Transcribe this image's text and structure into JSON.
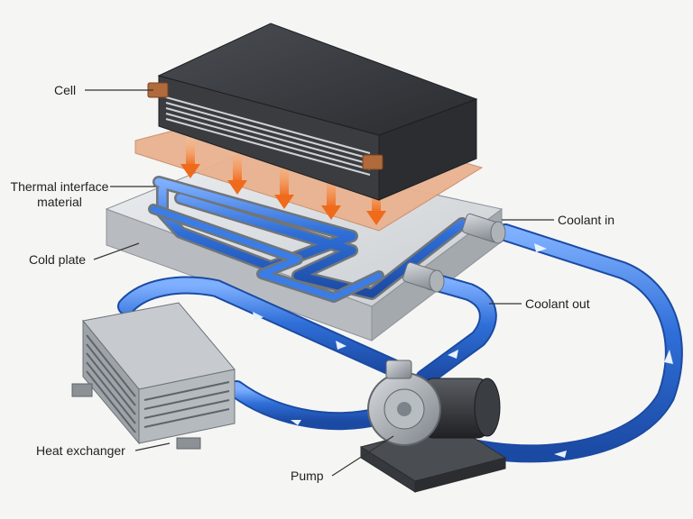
{
  "labels": {
    "cell": "Cell",
    "thermal_interface_line1": "Thermal interface",
    "thermal_interface_line2": "material",
    "cold_plate": "Cold plate",
    "coolant_in": "Coolant in",
    "coolant_out": "Coolant out",
    "heat_exchanger": "Heat exchanger",
    "pump": "Pump"
  },
  "colors": {
    "background": "#f5f5f4",
    "cell_body": "#2f3135",
    "cell_terminal": "#b06a3b",
    "thermal_pad": "#e9b28f",
    "cold_plate": "#d6d9dc",
    "coolant_pipe": "#2f6fd8",
    "heat_arrow": "#f07b2c",
    "metal": "#9aa0a6"
  },
  "icons": {
    "flow_direction": "arrow-icon",
    "heat_flow": "heat-arrow-icon"
  }
}
